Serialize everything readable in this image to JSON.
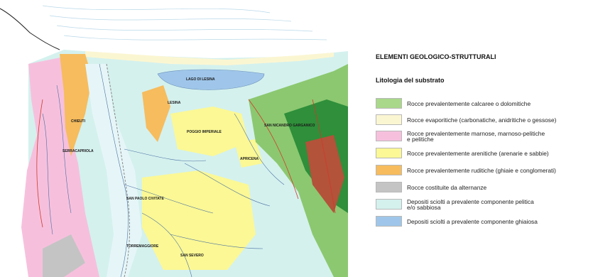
{
  "map": {
    "place_labels": [
      {
        "text": "LAGO DI LESINA"
      },
      {
        "text": "LESINA"
      },
      {
        "text": "POGGIO IMPERIALE"
      },
      {
        "text": "SAN NICANDRO GARGANICO"
      },
      {
        "text": "APRICENA"
      },
      {
        "text": "SERRACAPRIOLA"
      },
      {
        "text": "CHIEUTI"
      },
      {
        "text": "SAN PAOLO CIVITATE"
      },
      {
        "text": "SAN SEVERO"
      },
      {
        "text": "TORREMAGGIORE"
      }
    ]
  },
  "legend": {
    "title": "ELEMENTI GEOLOGICO-STRUTTURALI",
    "subtitle": "Litologia del substrato",
    "items": [
      {
        "label": "Rocce prevalentemente calcaree o dolomitiche",
        "color": "#a9d88a"
      },
      {
        "label": "Rocce evaporitiche (carbonatiche, anidritiche o gessose)",
        "color": "#fbf6d2"
      },
      {
        "label": "Rocce prevalentemente marnose, marnoso-pelitiche\ne pelitiche",
        "color": "#f6c0dd"
      },
      {
        "label": "Rocce prevalentemente arenitiche (arenarie e sabbie)",
        "color": "#fbf895"
      },
      {
        "label": "Rocce prevalentemente ruditiche (ghiaie e conglomerati)",
        "color": "#f6bc5e"
      },
      {
        "label": "Rocce costituite da alternanze",
        "color": "#c4c4c4"
      },
      {
        "label": "Depositi sciolti a prevalente componente pelitica\ne/o sabbiosa",
        "color": "#d4f1ee"
      },
      {
        "label": "Depositi sciolti a prevalente componente ghiaiosa",
        "color": "#9fc6ea"
      }
    ]
  }
}
